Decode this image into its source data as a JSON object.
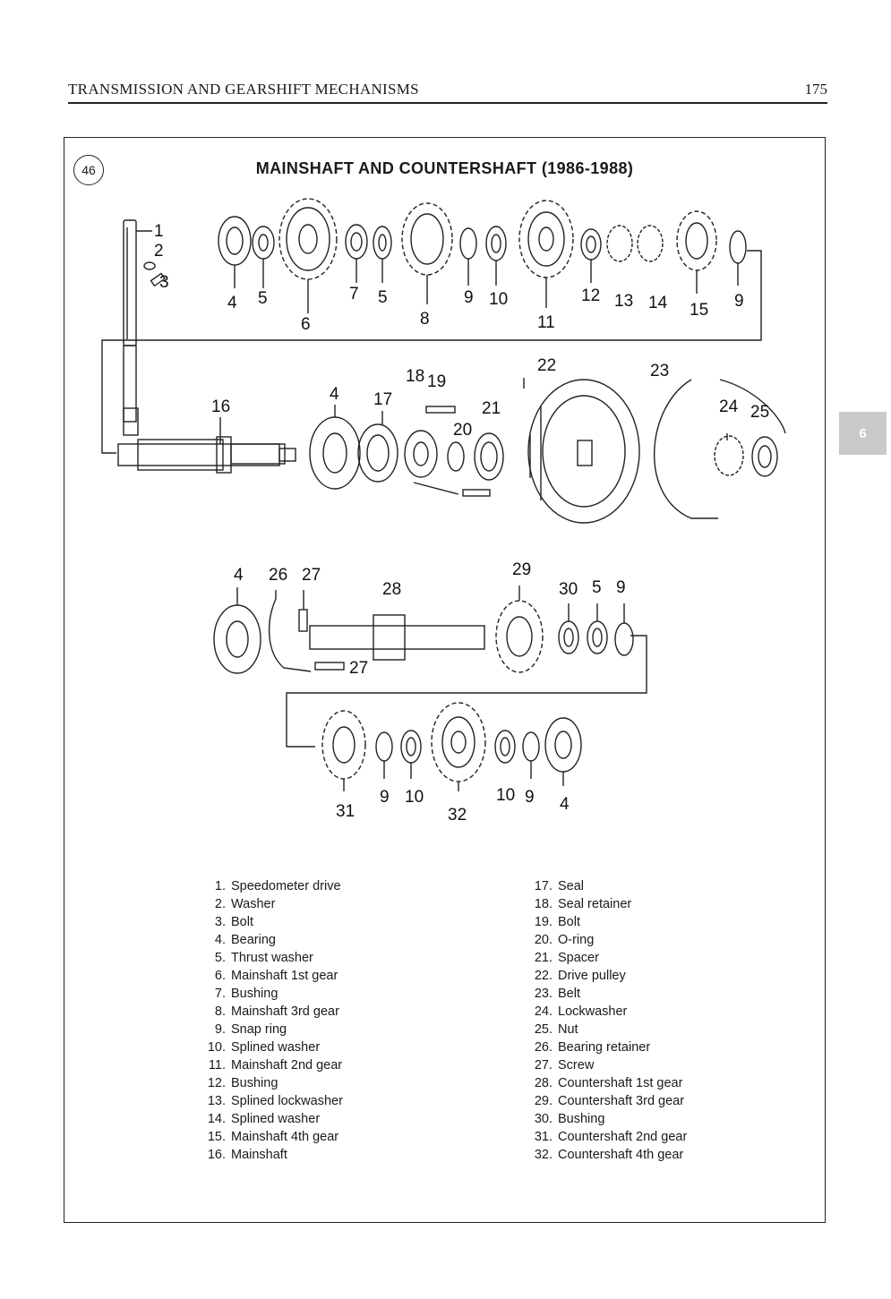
{
  "header": {
    "section_title": "TRANSMISSION AND GEARSHIFT MECHANISMS",
    "page_number": "175"
  },
  "chapter_tab": "6",
  "figure": {
    "number": "46",
    "title": "MAINSHAFT AND COUNTERSHAFT (1986-1988)",
    "callouts": {
      "row1": [
        "1",
        "2",
        "3",
        "4",
        "5",
        "6",
        "7",
        "5",
        "8",
        "9",
        "10",
        "11",
        "12",
        "13",
        "14",
        "15",
        "9"
      ],
      "row2": [
        "16",
        "4",
        "17",
        "18",
        "19",
        "20",
        "21",
        "22",
        "23",
        "24",
        "25"
      ],
      "row3": [
        "4",
        "26",
        "27",
        "28",
        "29",
        "30",
        "5",
        "9",
        "27"
      ],
      "row4": [
        "31",
        "9",
        "10",
        "32",
        "10",
        "9",
        "4"
      ]
    }
  },
  "legend": {
    "left": [
      {
        "num": "1.",
        "label": "Speedometer drive"
      },
      {
        "num": "2.",
        "label": "Washer"
      },
      {
        "num": "3.",
        "label": "Bolt"
      },
      {
        "num": "4.",
        "label": "Bearing"
      },
      {
        "num": "5.",
        "label": "Thrust washer"
      },
      {
        "num": "6.",
        "label": "Mainshaft 1st gear"
      },
      {
        "num": "7.",
        "label": "Bushing"
      },
      {
        "num": "8.",
        "label": "Mainshaft 3rd gear"
      },
      {
        "num": "9.",
        "label": "Snap ring"
      },
      {
        "num": "10.",
        "label": "Splined washer"
      },
      {
        "num": "11.",
        "label": "Mainshaft 2nd gear"
      },
      {
        "num": "12.",
        "label": "Bushing"
      },
      {
        "num": "13.",
        "label": "Splined lockwasher"
      },
      {
        "num": "14.",
        "label": "Splined washer"
      },
      {
        "num": "15.",
        "label": "Mainshaft 4th gear"
      },
      {
        "num": "16.",
        "label": "Mainshaft"
      }
    ],
    "right": [
      {
        "num": "17.",
        "label": "Seal"
      },
      {
        "num": "18.",
        "label": "Seal retainer"
      },
      {
        "num": "19.",
        "label": "Bolt"
      },
      {
        "num": "20.",
        "label": "O-ring"
      },
      {
        "num": "21.",
        "label": "Spacer"
      },
      {
        "num": "22.",
        "label": "Drive pulley"
      },
      {
        "num": "23.",
        "label": "Belt"
      },
      {
        "num": "24.",
        "label": "Lockwasher"
      },
      {
        "num": "25.",
        "label": "Nut"
      },
      {
        "num": "26.",
        "label": "Bearing retainer"
      },
      {
        "num": "27.",
        "label": "Screw"
      },
      {
        "num": "28.",
        "label": "Countershaft 1st gear"
      },
      {
        "num": "29.",
        "label": "Countershaft 3rd gear"
      },
      {
        "num": "30.",
        "label": "Bushing"
      },
      {
        "num": "31.",
        "label": "Countershaft 2nd gear"
      },
      {
        "num": "32.",
        "label": "Countershaft 4th gear"
      }
    ]
  }
}
